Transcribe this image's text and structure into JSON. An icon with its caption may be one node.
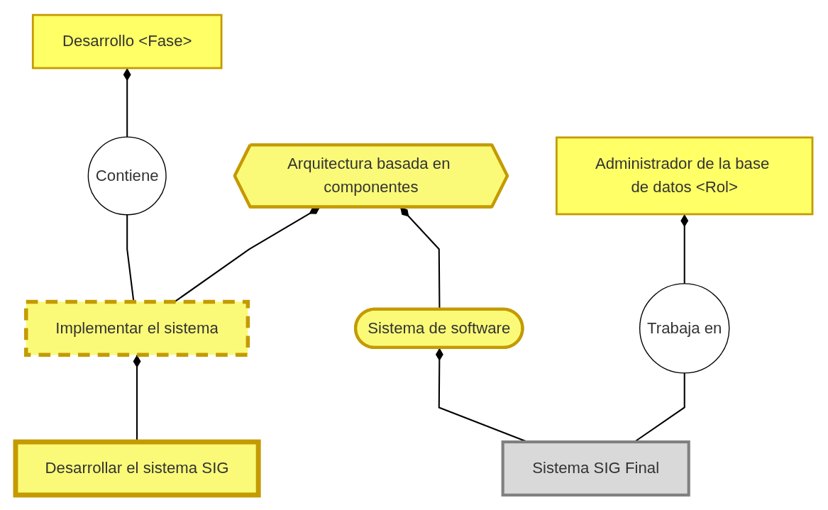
{
  "diagram": {
    "nodes": [
      {
        "text": [
          "Arquitectura basada en componentes"
        ]
      },
      {
        "text": [
          "Sistema de software"
        ]
      },
      {
        "text": [
          "Implementar el sistema"
        ]
      },
      {
        "text": [
          "Desarrollar el sistema SIG"
        ]
      },
      {
        "text": [
          "Sistema SIG Final"
        ]
      },
      {
        "text": [
          "Desarrollo <Fase>"
        ]
      },
      {
        "text": [
          "Contiene"
        ]
      },
      {
        "text": [
          "Administrador de la base de datos <Rol>"
        ]
      },
      {
        "text": [
          "Trabaja en"
        ]
      }
    ],
    "edges": [
      {
        "from": 1,
        "to": 0,
        "arrow": "other"
      },
      {
        "from": 2,
        "to": 0,
        "arrow": "other"
      },
      {
        "from": 4,
        "to": 1,
        "arrow": "other"
      },
      {
        "from": 3,
        "to": 2,
        "arrow": "other"
      },
      {
        "from": 2,
        "to": 6,
        "arrow": "none"
      },
      {
        "from": 6,
        "to": 5,
        "arrow": "other"
      },
      {
        "from": 4,
        "to": 8,
        "arrow": "none"
      },
      {
        "from": 8,
        "to": 7,
        "arrow": "other"
      }
    ]
  }
}
